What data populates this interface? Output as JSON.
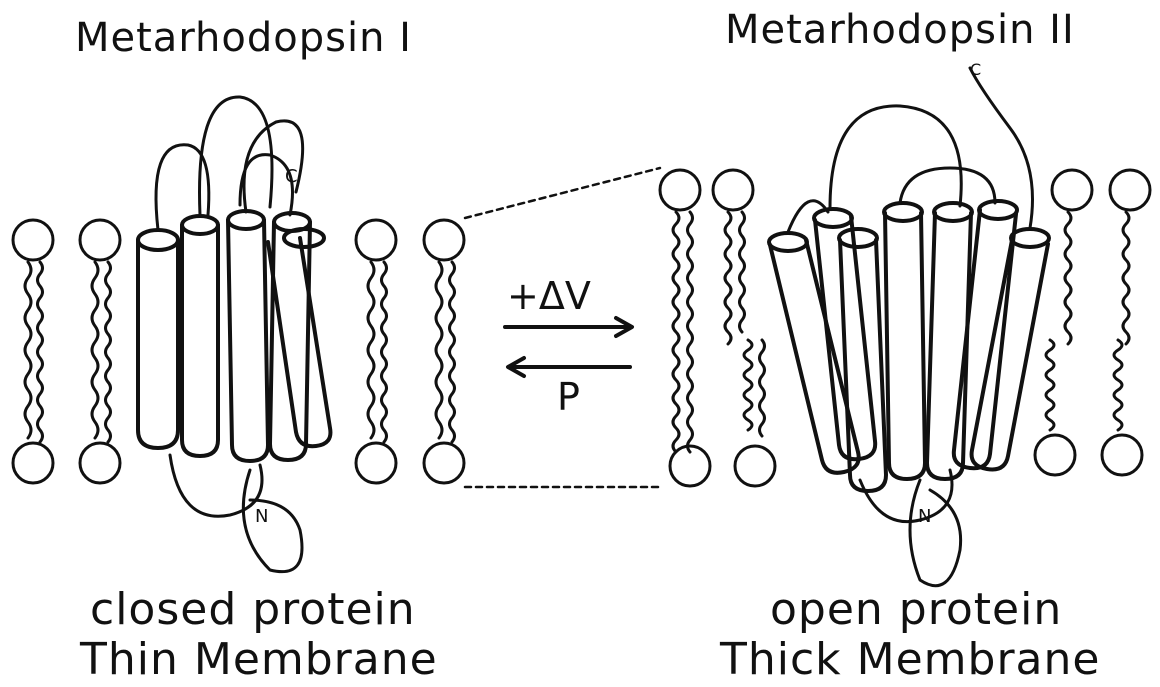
{
  "left_state": {
    "title": "Metarhodopsin I",
    "caption_line1": "closed protein",
    "caption_line2": "Thin Membrane"
  },
  "right_state": {
    "title": "Metarhodopsin II",
    "caption_line1": "open protein",
    "caption_line2": "Thick Membrane"
  },
  "equilibrium": {
    "forward_label": "+ΔV",
    "reverse_label": "P"
  },
  "protein_labels": {
    "n_terminus": "N",
    "c_terminus": "C"
  }
}
